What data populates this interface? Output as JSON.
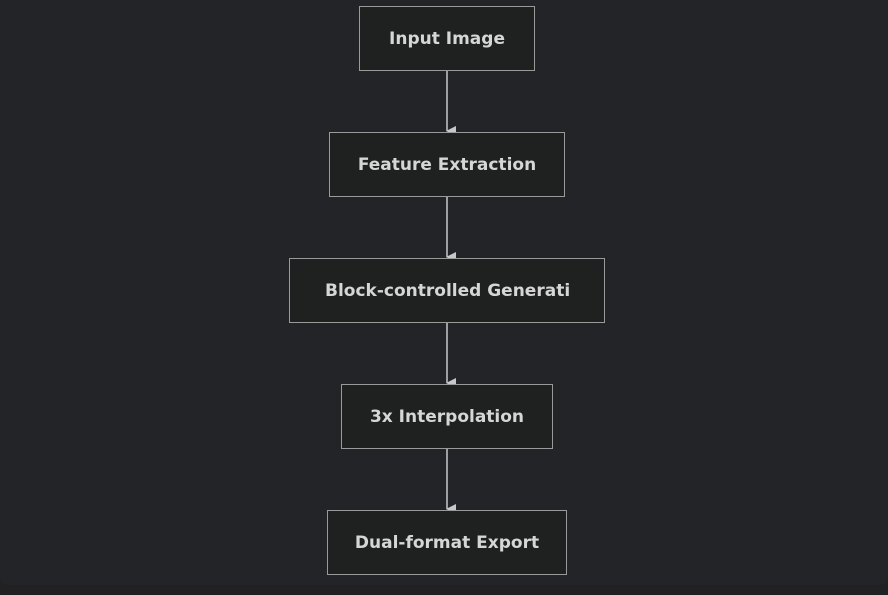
{
  "diagram": {
    "nodes": [
      {
        "id": "input-image",
        "label": "Input Image"
      },
      {
        "id": "feature-extraction",
        "label": "Feature Extraction"
      },
      {
        "id": "block-controlled-generation",
        "label": "Block-controlled Generation"
      },
      {
        "id": "interpolation",
        "label": "3x Interpolation"
      },
      {
        "id": "dual-format-export",
        "label": "Dual-format Export"
      }
    ],
    "edges": [
      {
        "from": "input-image",
        "to": "feature-extraction"
      },
      {
        "from": "feature-extraction",
        "to": "block-controlled-generation"
      },
      {
        "from": "block-controlled-generation",
        "to": "interpolation"
      },
      {
        "from": "interpolation",
        "to": "dual-format-export"
      }
    ],
    "colors": {
      "background": "#232428",
      "node_fill": "#1f2020",
      "node_border": "#9a9a9a",
      "text": "#d6d6d6",
      "edge": "#c8c8c8"
    }
  }
}
